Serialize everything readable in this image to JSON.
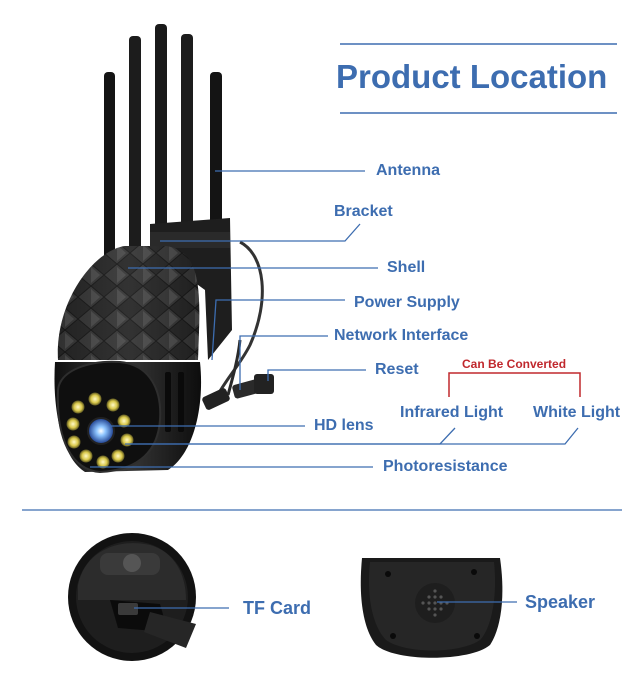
{
  "title": "Product Location",
  "labels": {
    "antenna": "Antenna",
    "bracket": "Bracket",
    "shell": "Shell",
    "power_supply": "Power Supply",
    "network_interface": "Network Interface",
    "reset": "Reset",
    "hd_lens": "HD lens",
    "infrared_light": "Infrared Light",
    "white_light": "White Light",
    "photoresistance": "Photoresistance",
    "can_be_converted": "Can Be Converted",
    "tf_card": "TF Card",
    "speaker": "Speaker"
  },
  "colors": {
    "accent": "#3d6db0",
    "note": "#c0282d",
    "line": "#3d6db0"
  }
}
